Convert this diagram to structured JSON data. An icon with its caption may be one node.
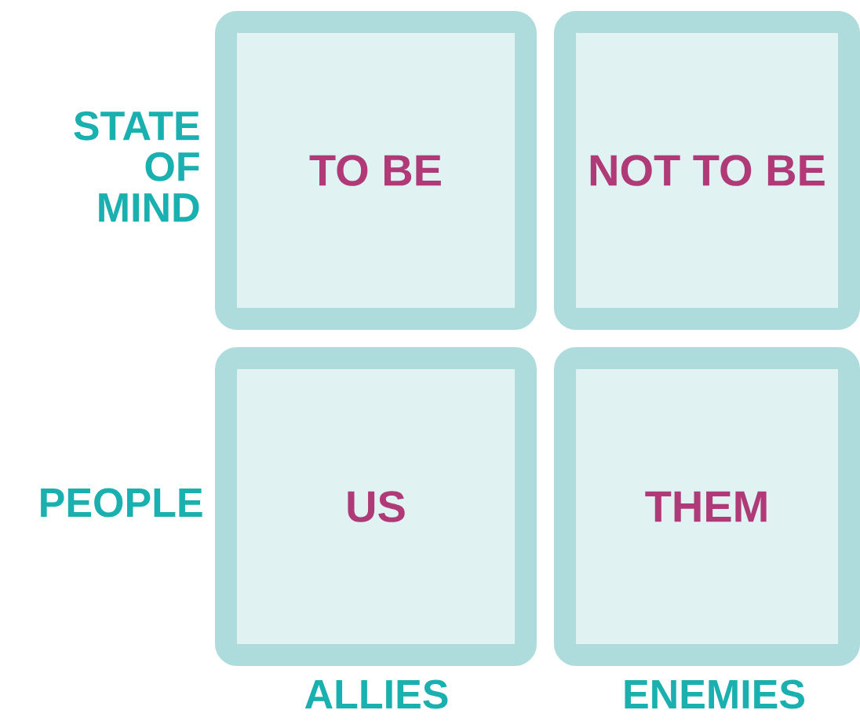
{
  "diagram": {
    "nodes": [
      {
        "text": [
          "TO BE"
        ]
      },
      {
        "text": [
          "NOT TO BE"
        ]
      },
      {
        "text": [
          "US"
        ]
      },
      {
        "text": [
          "THEM"
        ]
      }
    ],
    "labels": [
      "STATE OF MIND",
      "PEOPLE",
      "ALLIES",
      "ENEMIES"
    ]
  }
}
